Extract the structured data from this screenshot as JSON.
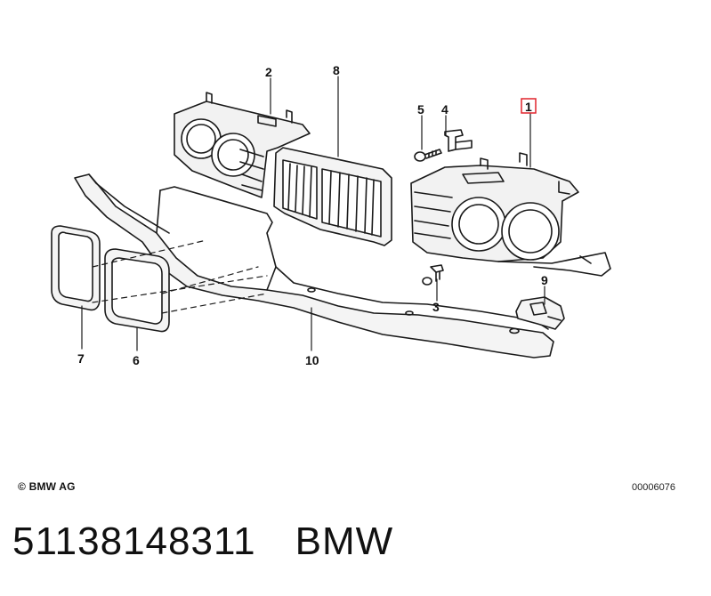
{
  "diagram": {
    "parts": [
      {
        "number": "1",
        "name": "grille-right",
        "highlighted": true
      },
      {
        "number": "2",
        "name": "grille-left",
        "highlighted": false
      },
      {
        "number": "3",
        "name": "fastener",
        "highlighted": false
      },
      {
        "number": "4",
        "name": "clip",
        "highlighted": false
      },
      {
        "number": "5",
        "name": "screw",
        "highlighted": false
      },
      {
        "number": "6",
        "name": "headlight-ring-inner",
        "highlighted": false
      },
      {
        "number": "7",
        "name": "headlight-ring-outer",
        "highlighted": false
      },
      {
        "number": "8",
        "name": "kidney-grille",
        "highlighted": false
      },
      {
        "number": "9",
        "name": "bracket",
        "highlighted": false
      },
      {
        "number": "10",
        "name": "grille-trim-panel",
        "highlighted": false
      }
    ],
    "highlight_color": "#e0242c"
  },
  "copyright": "© BMW AG",
  "drawing_id": "00006076",
  "footer": {
    "part_number": "51138148311",
    "brand": "BMW"
  }
}
